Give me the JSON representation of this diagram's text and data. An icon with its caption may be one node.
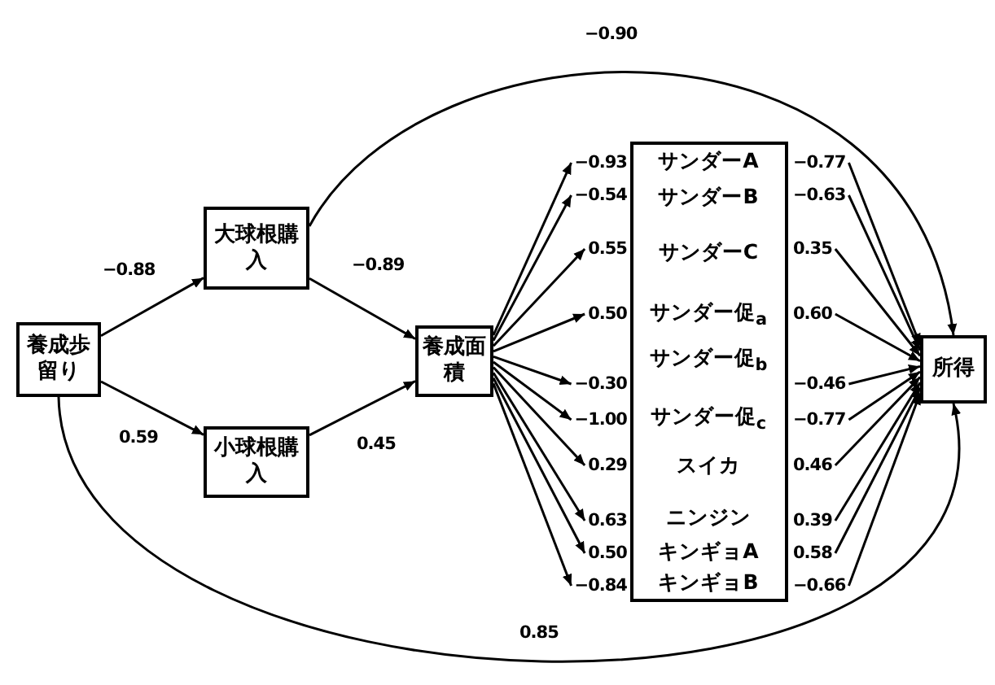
{
  "diagram": {
    "nodes": [
      {
        "text": [
          "養成歩留り"
        ]
      },
      {
        "text": [
          "大球根購入"
        ]
      },
      {
        "text": [
          "小球根購入"
        ]
      },
      {
        "text": [
          "養成面積"
        ]
      },
      {
        "text": [],
        "shape": "box"
      },
      {
        "text": [
          "サンダーA"
        ],
        "in": 4
      },
      {
        "text": [
          "サンダーB"
        ],
        "in": 4
      },
      {
        "text": [
          "サンダーC"
        ],
        "in": 4
      },
      {
        "text": [
          "サンダー促$_{a}$"
        ],
        "in": 4
      },
      {
        "text": [
          "サンダー促$_{b}$"
        ],
        "in": 4
      },
      {
        "text": [
          "サンダー促$_{c}$"
        ],
        "in": 4
      },
      {
        "text": [
          "スイカ"
        ],
        "in": 4
      },
      {
        "text": [
          "ニンジン"
        ],
        "in": 4
      },
      {
        "text": [
          "キンギョA"
        ],
        "in": 4
      },
      {
        "text": [
          "キンギョB"
        ],
        "in": 4
      },
      {
        "text": [
          "所得"
        ]
      }
    ],
    "edges": [
      {
        "from": 0,
        "to": 1,
        "arrow": "to",
        "label": "−0.88"
      },
      {
        "from": 0,
        "to": 2,
        "arrow": "to",
        "label": "0.59"
      },
      {
        "from": 1,
        "to": 3,
        "arrow": "to",
        "label": "−0.89"
      },
      {
        "from": 2,
        "to": 3,
        "arrow": "to",
        "label": "0.45"
      },
      {
        "from": 1,
        "to": 15,
        "arrow": "to",
        "label": "−0.90"
      },
      {
        "from": 0,
        "to": 15,
        "arrow": "to",
        "label": "0.85"
      },
      {
        "from": 3,
        "to": 5,
        "arrow": "to",
        "label": "−0.93"
      },
      {
        "from": 3,
        "to": 6,
        "arrow": "to",
        "label": "−0.54"
      },
      {
        "from": 3,
        "to": 7,
        "arrow": "to",
        "label": "0.55"
      },
      {
        "from": 3,
        "to": 8,
        "arrow": "to",
        "label": "0.50"
      },
      {
        "from": 3,
        "to": 9,
        "arrow": "to",
        "label": "−0.30"
      },
      {
        "from": 3,
        "to": 10,
        "arrow": "to",
        "label": "−1.00"
      },
      {
        "from": 3,
        "to": 11,
        "arrow": "to",
        "label": "0.29"
      },
      {
        "from": 3,
        "to": 12,
        "arrow": "to",
        "label": "0.63"
      },
      {
        "from": 3,
        "to": 13,
        "arrow": "to",
        "label": "0.50"
      },
      {
        "from": 3,
        "to": 14,
        "arrow": "to",
        "label": "−0.84"
      },
      {
        "from": 5,
        "to": 15,
        "arrow": "to",
        "label": "−0.77"
      },
      {
        "from": 6,
        "to": 15,
        "arrow": "to",
        "label": "−0.63"
      },
      {
        "from": 7,
        "to": 15,
        "arrow": "to",
        "label": "0.35"
      },
      {
        "from": 8,
        "to": 15,
        "arrow": "to",
        "label": "0.60"
      },
      {
        "from": 9,
        "to": 15,
        "arrow": "to",
        "label": "−0.46"
      },
      {
        "from": 10,
        "to": 15,
        "arrow": "to",
        "label": "−0.77"
      },
      {
        "from": 11,
        "to": 15,
        "arrow": "to",
        "label": "0.46"
      },
      {
        "from": 12,
        "to": 15,
        "arrow": "to",
        "label": "0.39"
      },
      {
        "from": 13,
        "to": 15,
        "arrow": "to",
        "label": "0.58"
      },
      {
        "from": 14,
        "to": 15,
        "arrow": "to",
        "label": "−0.66"
      }
    ]
  }
}
